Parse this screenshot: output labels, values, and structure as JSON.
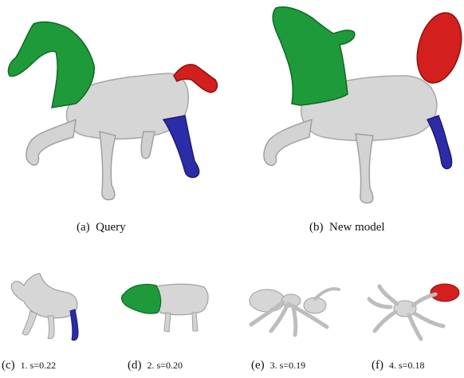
{
  "figure": {
    "panels": [
      {
        "id": "a",
        "label": "(a)",
        "caption": "Query"
      },
      {
        "id": "b",
        "label": "(b)",
        "caption": "New model"
      },
      {
        "id": "c",
        "label": "(c)",
        "caption": "1. s=0.22"
      },
      {
        "id": "d",
        "label": "(d)",
        "caption": "2. s=0.20"
      },
      {
        "id": "e",
        "label": "(e)",
        "caption": "3. s=0.19"
      },
      {
        "id": "f",
        "label": "(f)",
        "caption": "4. s=0.18"
      }
    ],
    "colors": {
      "body": "#d8d8d8",
      "body_shade": "#9a9a9a",
      "head_part": "#1e9a3a",
      "tail_part": "#d61f1f",
      "leg_part": "#2a2aa8"
    }
  }
}
